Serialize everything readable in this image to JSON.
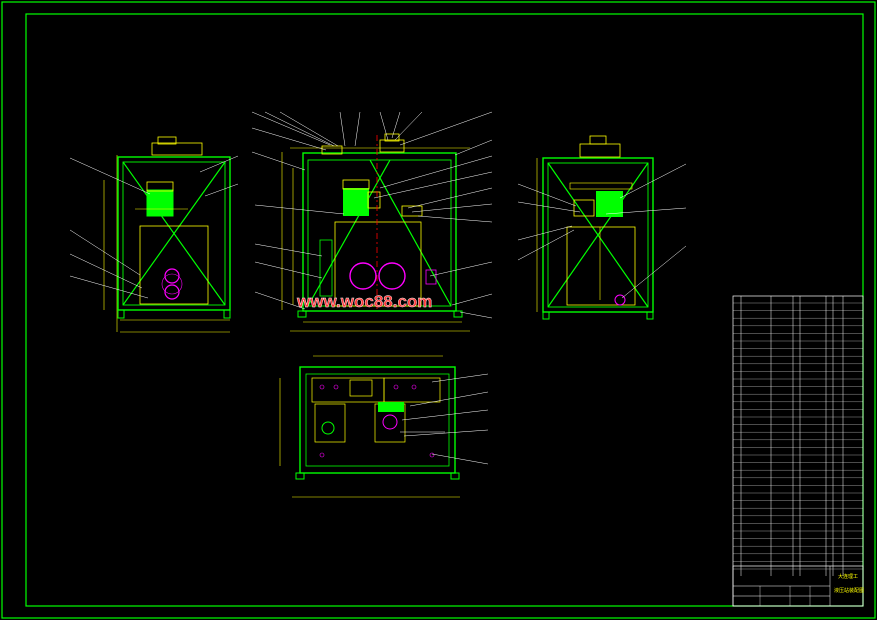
{
  "watermark": "www.woc88.com",
  "colors": {
    "background": "#000000",
    "frame": "#00ff00",
    "outline": "#00ff00",
    "dimension": "#ffff00",
    "leader": "#ffffff",
    "motor": "#00ff00",
    "centerline": "#ff0000",
    "hatch": "#ff00ff",
    "text": "#ffffff",
    "watermark_fill": "#ff3b3b"
  },
  "title_block": {
    "title_line1": "大连理工",
    "title_line2": "液压站装配图"
  }
}
